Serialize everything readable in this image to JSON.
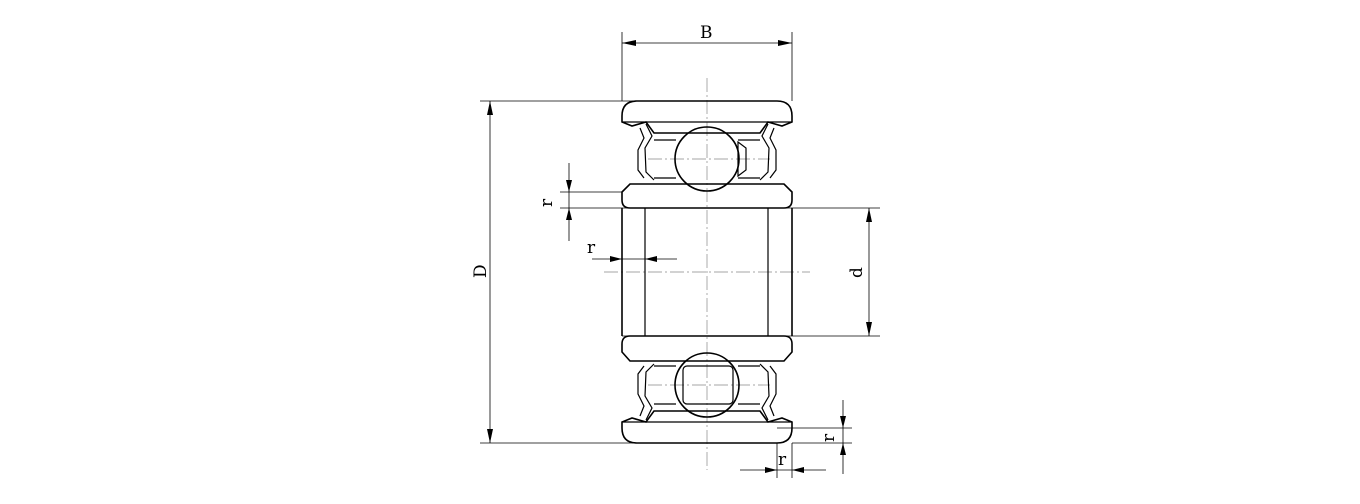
{
  "drawing": {
    "title": "",
    "labels": {
      "width": "B",
      "outer_diameter": "D",
      "bore": "d",
      "chamfer_left_vertical": "r",
      "chamfer_left_horizontal": "r",
      "chamfer_bottom_vertical": "r",
      "chamfer_bottom_horizontal": "r"
    }
  }
}
